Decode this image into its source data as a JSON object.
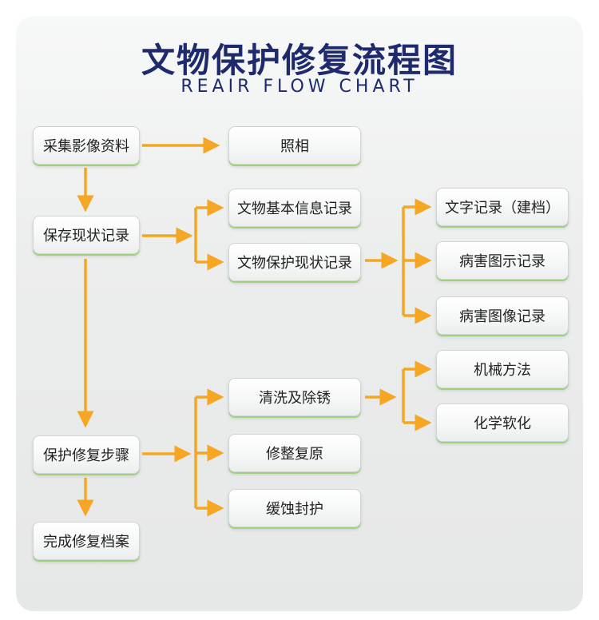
{
  "title": "文物保护修复流程图",
  "subtitle": "REAIR FLOW CHART",
  "colors": {
    "arrow": "#f5a623",
    "title": "#1f2a6e",
    "node_accent": "#9ed27d"
  },
  "nodes": {
    "collect_images": "采集影像资料",
    "photo": "照相",
    "save_status": "保存现状记录",
    "basic_info": "文物基本信息记录",
    "protect_status": "文物保护现状记录",
    "text_record": "文字记录（建档）",
    "disease_diagram": "病害图示记录",
    "disease_image": "病害图像记录",
    "repair_steps": "保护修复步骤",
    "cleaning": "清洗及除锈",
    "restore": "修整复原",
    "seal": "缓蚀封护",
    "mechanical": "机械方法",
    "chemical": "化学软化",
    "archive": "完成修复档案"
  }
}
